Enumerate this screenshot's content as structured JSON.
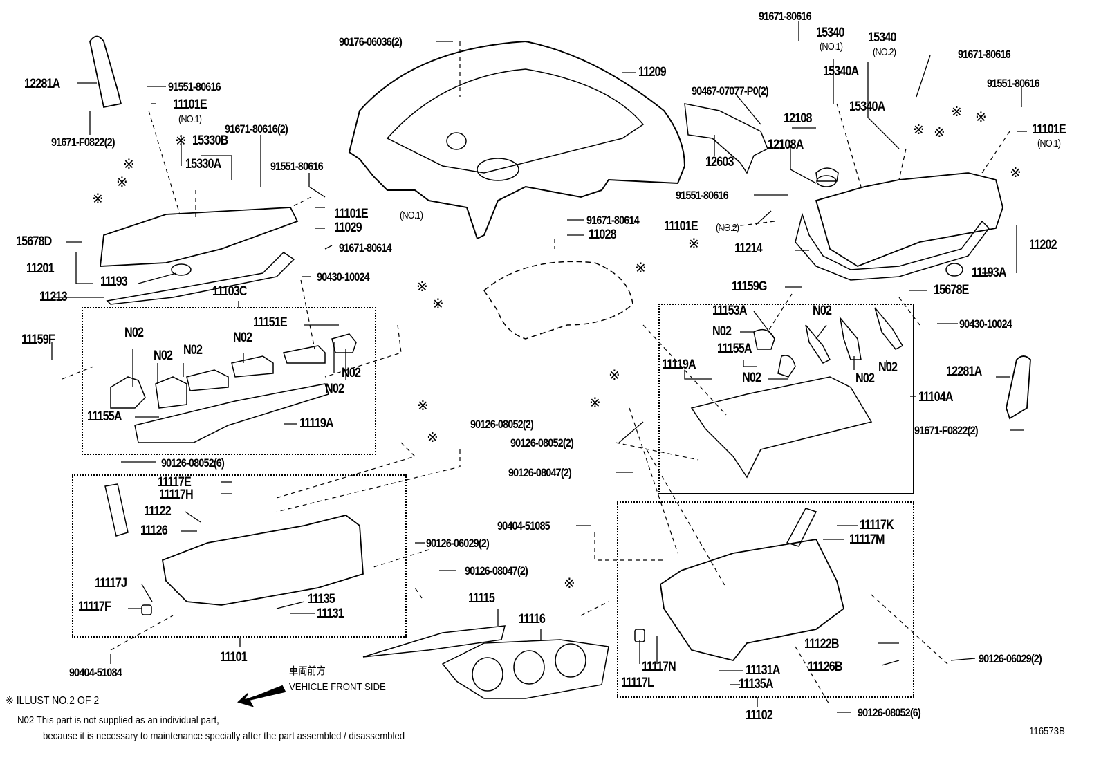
{
  "diagram": {
    "figure_code": "116573B",
    "labels": {
      "l12281A_left": "12281A",
      "l91551_80616_a": "91551-80616",
      "l11101E_a": "11101E",
      "l11101E_a_sub": "(NO.1)",
      "l91671_F0822_left": "91671-F0822(2)",
      "l91671_80616_2": "91671-80616(2)",
      "l15330B": "15330B",
      "l15330A": "15330A",
      "l91551_80616_b": "91551-80616",
      "l11101E_b": "11101E",
      "l11101E_b_sub": "(NO.1)",
      "l11029": "11029",
      "l91671_80614_a": "91671-80614",
      "l15678D": "15678D",
      "l11201": "11201",
      "l11193": "11193",
      "l11213": "11213",
      "l11103C": "11103C",
      "l90430_10024_a": "90430-10024",
      "l11159F": "11159F",
      "l11151E": "11151E",
      "l11155A_left": "11155A",
      "l11119A_left": "11119A",
      "l90126_08052_6_left": "90126-08052(6)",
      "l90176_06036": "90176-06036(2)",
      "l11209": "11209",
      "l91671_80614_b": "91671-80614",
      "l11028": "11028",
      "l91671_80616_top": "91671-80616",
      "l15340_no1": "15340",
      "l15340_no1_sub": "(NO.1)",
      "l15340A_a": "15340A",
      "l15340_no2": "15340",
      "l15340_no2_sub": "(NO.2)",
      "l15340A_b": "15340A",
      "l91671_80616_right": "91671-80616",
      "l91551_80616_right": "91551-80616",
      "l11101E_right": "11101E",
      "l11101E_right_sub": "(NO.1)",
      "l90467": "90467-07077-P0(2)",
      "l12603": "12603",
      "l12108": "12108",
      "l12108A": "12108A",
      "l91551_80616_mid": "91551-80616",
      "l11101E_no2": "11101E",
      "l11101E_no2_sub": "(NO.2)",
      "l11214": "11214",
      "l11202": "11202",
      "l11193A": "11193A",
      "l15678E": "15678E",
      "l11159G": "11159G",
      "l90430_10024_b": "90430-10024",
      "l11153A": "11153A",
      "l11155A_right": "11155A",
      "l11119A_right": "11119A",
      "l11104A": "11104A",
      "l12281A_right": "12281A",
      "l91671_F0822_right": "91671-F0822(2)",
      "l90126_08052_2_a": "90126-08052(2)",
      "l90126_08052_2_b": "90126-08052(2)",
      "l90126_08047_2_a": "90126-08047(2)",
      "l90404_51085": "90404-51085",
      "l90126_06029_2_a": "90126-06029(2)",
      "l90126_08047_2_b": "90126-08047(2)",
      "l11117E": "11117E",
      "l11117H": "11117H",
      "l11122": "11122",
      "l11126": "11126",
      "l11117J": "11117J",
      "l11117F": "11117F",
      "l11135": "11135",
      "l11131": "11131",
      "l11101": "11101",
      "l90404_51084": "90404-51084",
      "l11115": "11115",
      "l11116": "11116",
      "l11117K": "11117K",
      "l11117M": "11117M",
      "l11122B": "11122B",
      "l11126B": "11126B",
      "l90126_06029_2_b": "90126-06029(2)",
      "l11117N": "11117N",
      "l11117L": "11117L",
      "l11131A": "11131A",
      "l11135A": "11135A",
      "l11102": "11102",
      "l90126_08052_6_right": "90126-08052(6)"
    },
    "n02_label": "N02",
    "illust_mark": "※",
    "direction": {
      "japanese": "車両前方",
      "english": "VEHICLE FRONT SIDE"
    },
    "notes": {
      "illust": "※ ILLUST NO.2 OF 2",
      "n02_line1": "N02 This part is not supplied as an individual part,",
      "n02_line2": "because it is necessary to maintenance specially after the part assembled / disassembled"
    }
  }
}
